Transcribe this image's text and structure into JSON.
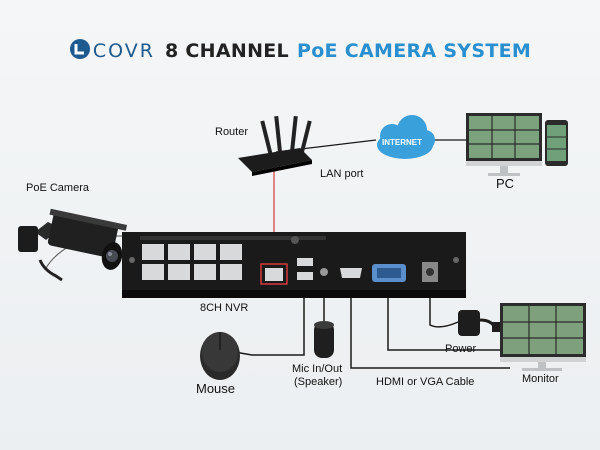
{
  "title": {
    "brand": "COVR",
    "part1": "8 CHANNEL",
    "part2": "PoE CAMERA SYSTEM"
  },
  "colors": {
    "brand_dark": "#1d5a8f",
    "brand_blue": "#2a8fcf",
    "device_black": "#1a1a1a",
    "lan_line": "#d23a3a",
    "cloud": "#3aa0dc"
  },
  "labels": {
    "router": "Router",
    "lan_port": "LAN port",
    "internet": "INTERNET",
    "pc": "PC",
    "poe_camera": "PoE Camera",
    "nvr": "8CH NVR",
    "power": "Power",
    "mouse": "Mouse",
    "mic": "Mic In/Out",
    "speaker": "(Speaker)",
    "cable": "HDMI or VGA Cable",
    "monitor": "Monitor"
  },
  "icons": [
    "router-icon",
    "cloud-icon",
    "pc-icon",
    "phone-icon",
    "camera-icon",
    "nvr-icon",
    "mouse-icon",
    "speaker-icon",
    "power-adapter-icon",
    "monitor-icon"
  ]
}
